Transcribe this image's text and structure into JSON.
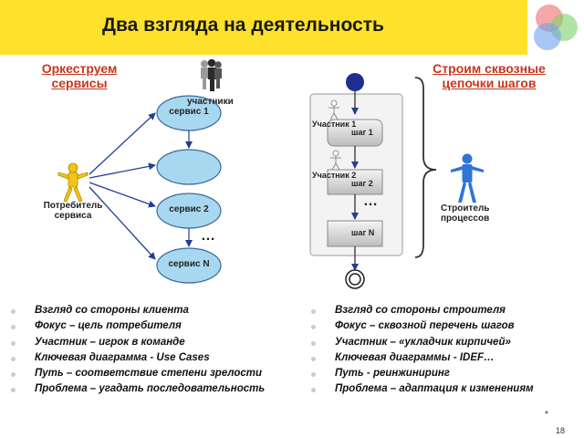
{
  "title": "Два взгляда на деятельность",
  "logo": {
    "icon": "venn-circles-icon",
    "colors": [
      "#f06c6c",
      "#7fd06a",
      "#6fa2ec"
    ]
  },
  "left": {
    "heading_line1": "Оркеструем",
    "heading_line2": "сервисы",
    "participants_label": "участники",
    "consumer_label_line1": "Потребитель",
    "consumer_label_line2": "сервиса",
    "services": [
      "сервис 1",
      "",
      "сервис 2",
      "сервис N"
    ],
    "ellipsis": "…",
    "bullets": [
      "Взгляд со стороны клиента",
      "Фокус – цель потребителя",
      "Участник – игрок в команде",
      "Ключевая диаграмма - Use Cases",
      "Путь – соответствие степени зрелости",
      "Проблема – угадать последовательность"
    ]
  },
  "right": {
    "heading_line1": "Строим сквозные",
    "heading_line2": "цепочки шагов",
    "participant1": "Участник 1",
    "participant2": "Участник 2",
    "steps": [
      "шаг 1",
      "шаг 2",
      "шаг N"
    ],
    "ellipsis": "…",
    "builder_label_line1": "Строитель",
    "builder_label_line2": "процессов",
    "bullets": [
      "Взгляд со стороны строителя",
      "Фокус – сквозной перечень шагов",
      "Участник – «укладчик кирпичей»",
      "Ключевая диаграммы - IDEF…",
      "Путь - реинжиниринг",
      "Проблема – адаптация к изменениям"
    ]
  },
  "footer": {
    "star": "*",
    "page_number": "18"
  },
  "colors": {
    "title_bar": "#fde12b",
    "heading": "#c8361c",
    "ellipse_fill": "#a8d8f0",
    "ellipse_stroke": "#3a6b9a",
    "arrow": "#1f3f8f",
    "consumer": "#f1c515",
    "builder": "#2e75d6",
    "start_node": "#1f2f8f"
  }
}
